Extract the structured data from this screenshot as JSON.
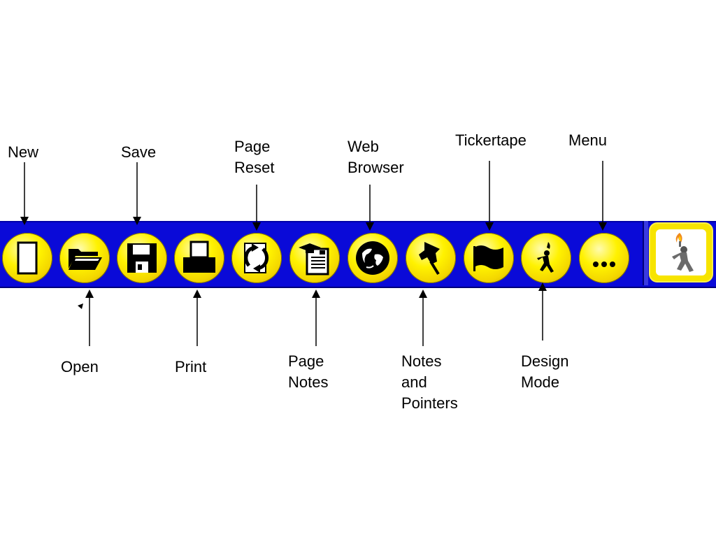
{
  "toolbar": {
    "buttons": [
      {
        "icon": "new-page-icon"
      },
      {
        "icon": "open-folder-icon"
      },
      {
        "icon": "save-disk-icon"
      },
      {
        "icon": "printer-icon"
      },
      {
        "icon": "page-reset-icon"
      },
      {
        "icon": "page-notes-icon"
      },
      {
        "icon": "globe-icon"
      },
      {
        "icon": "pushpin-icon"
      },
      {
        "icon": "flag-icon"
      },
      {
        "icon": "design-mode-icon"
      },
      {
        "icon": "ellipsis-icon"
      }
    ],
    "logo_icon": "torch-figure-logo",
    "colors": {
      "bar": "#0a0ad8",
      "button": "#fff200"
    }
  },
  "labels": {
    "new": [
      "New"
    ],
    "save": [
      "Save"
    ],
    "page_reset": [
      "Page",
      "Reset"
    ],
    "web_browser": [
      "Web",
      "Browser"
    ],
    "tickertape": [
      "Tickertape"
    ],
    "menu": [
      "Menu"
    ],
    "open": [
      "Open"
    ],
    "print": [
      "Print"
    ],
    "page_notes": [
      "Page",
      "Notes"
    ],
    "notes_pointers": [
      "Notes",
      "and",
      "Pointers"
    ],
    "design_mode": [
      "Design",
      "Mode"
    ]
  }
}
